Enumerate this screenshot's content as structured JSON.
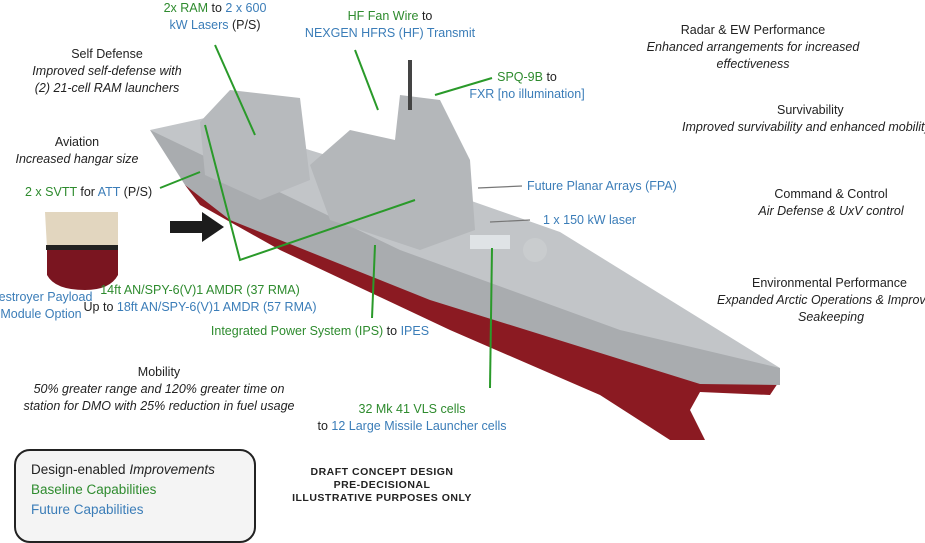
{
  "colors": {
    "baseline": "#2e8b2e",
    "future": "#3b7db8",
    "hull": "#8b1a22"
  },
  "callouts": {
    "ram": {
      "a": "2x RAM",
      "b": " to ",
      "c": "2 x 600",
      "d": "kW Lasers",
      "e": " (P/S)"
    },
    "hf": {
      "a": "HF Fan Wire",
      "b": " to",
      "c": "NEXGEN HFRS (HF) Transmit"
    },
    "spq": {
      "a": "SPQ-9B",
      "b": " to",
      "c": "FXR [no illumination]"
    },
    "fpa": "Future Planar Arrays (FPA)",
    "laser": "1 x 150 kW laser",
    "svtt": {
      "a": "2 x SVTT",
      "b": " for ",
      "c": "ATT",
      "d": " (P/S)"
    },
    "amdr": {
      "a": "14ft AN/SPY-6(V)1 AMDR (37 RMA)",
      "b": "Up to ",
      "c": "18ft AN/SPY-6(V)1 AMDR (57 RMA)"
    },
    "ips": {
      "a": "Integrated Power System (IPS)",
      "b": " to ",
      "c": "IPES"
    },
    "vls": {
      "a": "32 Mk 41 VLS cells",
      "b": "to ",
      "c": "12 Large Missile Launcher cells"
    },
    "payload": [
      "Destroyer Payload",
      "Module Option"
    ]
  },
  "features": {
    "self_defense": {
      "title": "Self Defense",
      "desc": [
        "Improved self-defense with",
        "(2) 21-cell RAM launchers"
      ]
    },
    "aviation": {
      "title": "Aviation",
      "desc": "Increased hangar size"
    },
    "radar": {
      "title": "Radar & EW Performance",
      "desc": [
        "Enhanced arrangements for increased",
        "effectiveness"
      ]
    },
    "survivability": {
      "title": "Survivability",
      "desc": "Improved survivability and enhanced mobility"
    },
    "c2": {
      "title": "Command & Control",
      "desc": "Air Defense & UxV control"
    },
    "environmental": {
      "title": "Environmental Performance",
      "desc": [
        "Expanded Arctic Operations & Improved",
        "Seakeeping"
      ]
    },
    "mobility": {
      "title": "Mobility",
      "desc": [
        "50% greater range and 120% greater time on",
        "station for DMO with 25% reduction in fuel usage"
      ]
    }
  },
  "legend": {
    "a": "Design-enabled ",
    "b": "Improvements",
    "c": "Baseline Capabilities",
    "d": "Future Capabilities"
  },
  "disclaimer": [
    "DRAFT CONCEPT DESIGN",
    "PRE-DECISIONAL",
    "ILLUSTRATIVE PURPOSES ONLY"
  ]
}
